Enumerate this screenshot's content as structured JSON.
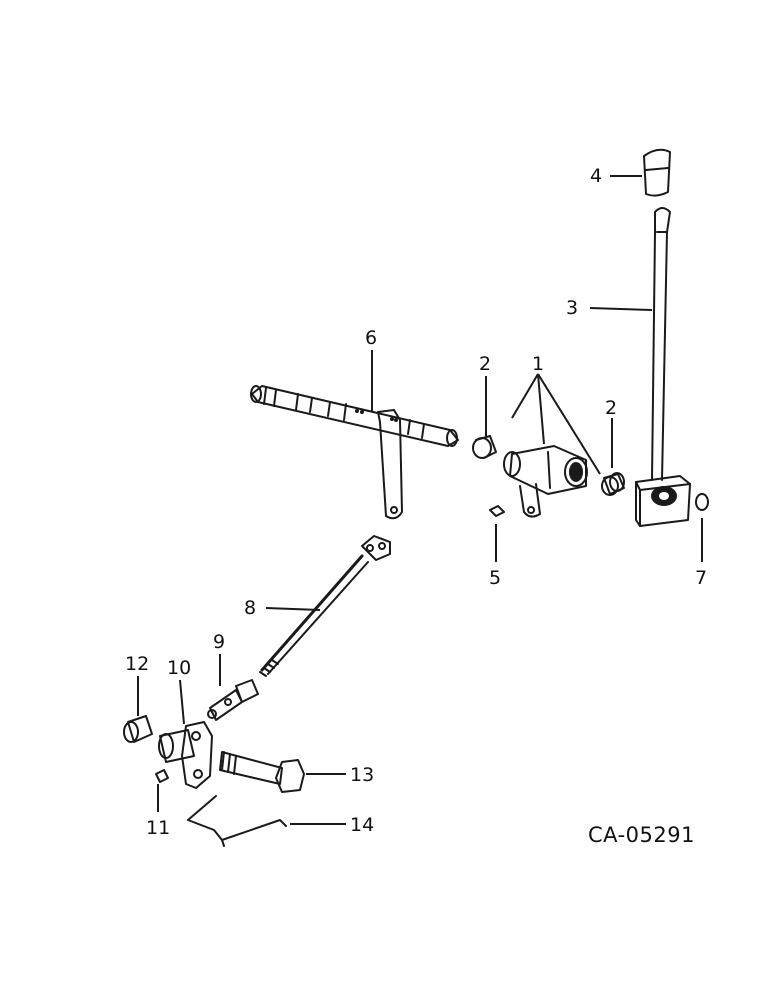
{
  "figure": {
    "code": "CA-05291",
    "callouts": [
      {
        "id": "c1",
        "label": "1"
      },
      {
        "id": "c2a",
        "label": "2"
      },
      {
        "id": "c2b",
        "label": "2"
      },
      {
        "id": "c3",
        "label": "3"
      },
      {
        "id": "c4",
        "label": "4"
      },
      {
        "id": "c5",
        "label": "5"
      },
      {
        "id": "c6",
        "label": "6"
      },
      {
        "id": "c7",
        "label": "7"
      },
      {
        "id": "c8",
        "label": "8"
      },
      {
        "id": "c9",
        "label": "9"
      },
      {
        "id": "c10",
        "label": "10"
      },
      {
        "id": "c11",
        "label": "11"
      },
      {
        "id": "c12",
        "label": "12"
      },
      {
        "id": "c13",
        "label": "13"
      },
      {
        "id": "c14",
        "label": "14"
      }
    ]
  }
}
